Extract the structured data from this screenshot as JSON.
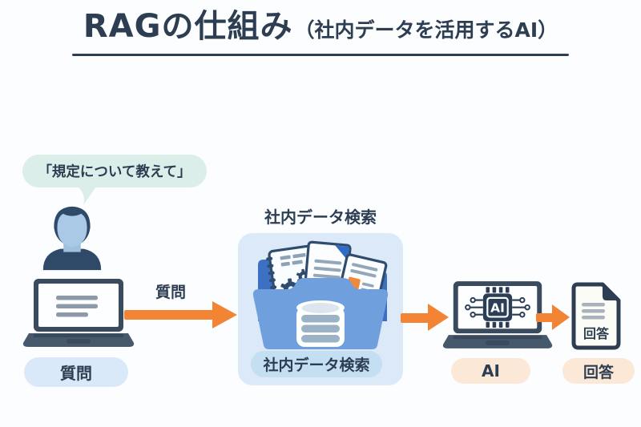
{
  "title": {
    "main": "RAGの仕組み",
    "sub": "（社内データを活用するAI）"
  },
  "speech_bubble": {
    "text": "「規定について教えて」"
  },
  "flow": {
    "question": {
      "node_label": "質問",
      "arrow_label": "質問"
    },
    "search": {
      "heading": "社内データ検索",
      "node_label": "社内データ検索"
    },
    "ai": {
      "chip_text": "AI",
      "node_label": "AI"
    },
    "answer": {
      "doc_text": "回答",
      "node_label": "回答"
    }
  },
  "colors": {
    "navy": "#2d3e53",
    "orange": "#f28434",
    "mint": "#dceeea",
    "pill_blue": "#d9e9f9",
    "box_bg": "#dce9f8",
    "pill_box": "#c5dff2",
    "pill_peach": "#fbe8d7",
    "folder_front": "#6f9fdc",
    "folder_back": "#3b70c2"
  }
}
